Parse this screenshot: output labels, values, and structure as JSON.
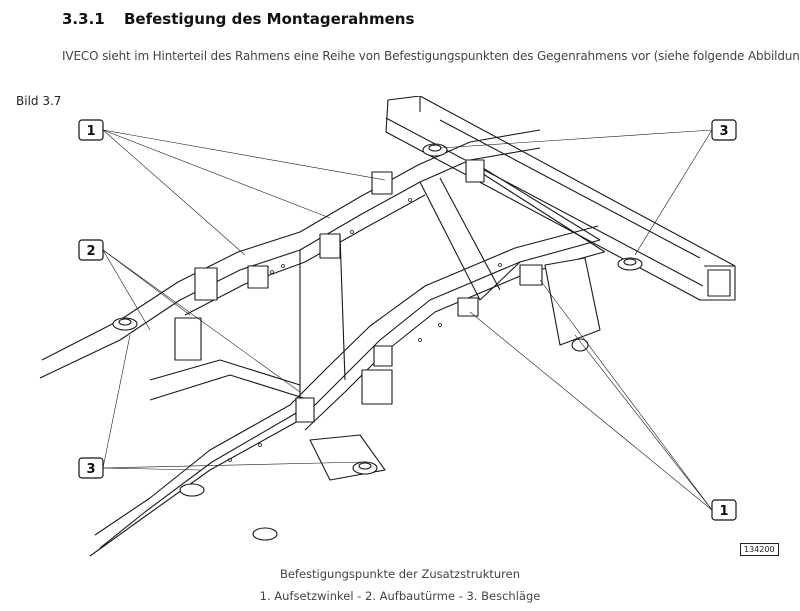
{
  "section": {
    "number": "3.3.1",
    "title": "Befestigung des Montagerahmens",
    "intro": "IVECO sieht im Hinterteil des Rahmens eine Reihe von Befestigungspunkten des Gegenrahmens vor (siehe folgende Abbildung)."
  },
  "figure": {
    "label": "Bild 3.7",
    "callouts": [
      "1",
      "2",
      "3",
      "3",
      "1"
    ],
    "code": "134200",
    "caption": "Befestigungspunkte der Zusatzstrukturen",
    "legend": "1. Aufsetzwinkel - 2. Aufbautürme - 3. Beschläge"
  }
}
